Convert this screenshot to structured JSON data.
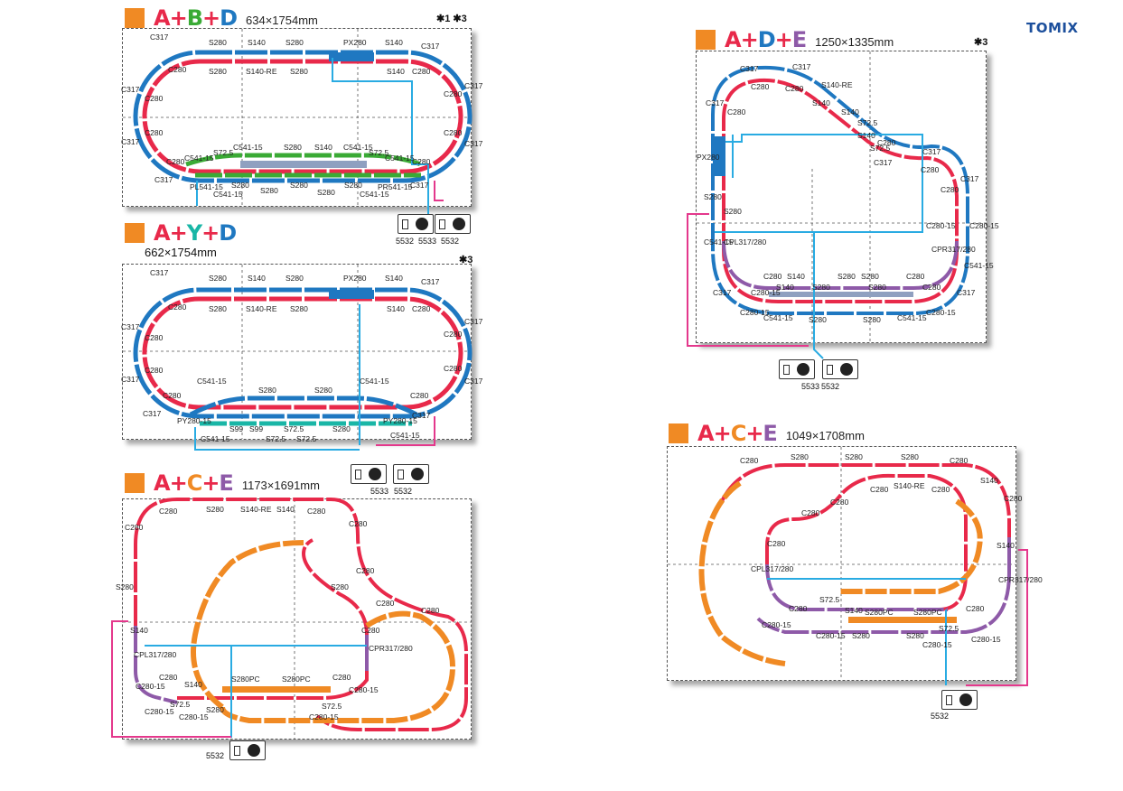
{
  "brand": "TOMIX",
  "colors": {
    "red": "#e8294a",
    "blue": "#1f78c1",
    "green": "#3aaa35",
    "teal": "#19b6a6",
    "orange": "#f08a24",
    "purple": "#8e5aa8",
    "wire_blue": "#29abe2",
    "wire_pink": "#e4388c"
  },
  "layouts": [
    {
      "key": "abd",
      "combo": [
        "A",
        "B",
        "D"
      ],
      "size": "634×1754mm",
      "notes": "✱1  ✱3",
      "labels": [
        "C317",
        "S280",
        "S140",
        "S280",
        "PX280",
        "S140",
        "C317",
        "C280",
        "S280",
        "S140-RE",
        "S280",
        "S140",
        "C280",
        "C317",
        "C280",
        "C280",
        "C317",
        "C280",
        "C280",
        "C317",
        "C541-15",
        "S72.5",
        "C541-15",
        "S280",
        "S140",
        "C541-15",
        "S72.5",
        "C541-15",
        "C280",
        "C317",
        "C280",
        "PL541-15",
        "S280",
        "C541-15",
        "S280",
        "S280",
        "S280",
        "S280",
        "C541-15",
        "PR541-15",
        "C317"
      ],
      "controllers": [
        "5532",
        "5533",
        "5532"
      ]
    },
    {
      "key": "ayd",
      "combo": [
        "A",
        "Y",
        "D"
      ],
      "size": "662×1754mm",
      "notes": "✱3",
      "labels": [
        "C317",
        "S280",
        "S140",
        "S280",
        "PX280",
        "S140",
        "C317",
        "C280",
        "S280",
        "S140-RE",
        "S280",
        "S140",
        "C280",
        "C317",
        "C280",
        "C280",
        "C317",
        "C280",
        "C280",
        "C317",
        "C541-15",
        "S280",
        "S280",
        "C541-15",
        "C280",
        "C317",
        "PY280-15",
        "S99",
        "S99",
        "S72.5",
        "S280",
        "PY280-15",
        "C541-15",
        "S72.5",
        "S72.5",
        "C541-15"
      ],
      "controllers": [
        "5533",
        "5532"
      ]
    },
    {
      "key": "ace1",
      "combo": [
        "A",
        "C",
        "E"
      ],
      "size": "1173×1691mm",
      "notes": "",
      "labels": [
        "C280",
        "S280",
        "S140-RE",
        "S140",
        "C280",
        "C280",
        "C280",
        "C280",
        "S280",
        "C280",
        "C280",
        "C280",
        "C280",
        "S280",
        "S140",
        "CPL317/280",
        "C280",
        "S140",
        "S280PC",
        "S280PC",
        "C280",
        "C280-15",
        "C280-15",
        "S72.5",
        "C280-15",
        "S280",
        "S72.5",
        "C280-15",
        "CPR317/280",
        "C280-15"
      ],
      "controllers": [
        "5532"
      ]
    },
    {
      "key": "ade",
      "combo": [
        "A",
        "D",
        "E"
      ],
      "size": "1250×1335mm",
      "notes": "✱3",
      "labels": [
        "C317",
        "C317",
        "C280",
        "C280",
        "S140-RE",
        "S140",
        "S140",
        "S72.5",
        "C317",
        "C280",
        "C280",
        "C317",
        "C317",
        "C280",
        "C280",
        "C317",
        "C280-15",
        "C280-15",
        "PX280",
        "S280",
        "S280",
        "C541-15",
        "C541-15",
        "CPL317/280",
        "CPR317/280",
        "C280",
        "S140",
        "S280",
        "S280",
        "C280",
        "C280-15",
        "C280",
        "S140",
        "S280",
        "S280",
        "C280",
        "C317",
        "C280-15",
        "C541-15",
        "S280",
        "S280",
        "C541-15",
        "C280-15"
      ],
      "controllers": [
        "5533",
        "5532"
      ]
    },
    {
      "key": "ace2",
      "combo": [
        "A",
        "C",
        "E"
      ],
      "size": "1049×1708mm",
      "notes": "",
      "labels": [
        "C280",
        "S280",
        "S280",
        "S280",
        "C280",
        "S140",
        "C280",
        "S140-RE",
        "C280",
        "C280",
        "C280",
        "C280",
        "CPL317/280",
        "C280",
        "S72.5",
        "S140",
        "S280PC",
        "S280PC",
        "C280",
        "C280-15",
        "C280-15",
        "S280",
        "S280",
        "S72.5",
        "C280-15",
        "C280-15",
        "CPR317/280",
        "S140"
      ],
      "controllers": [
        "5532"
      ]
    }
  ]
}
